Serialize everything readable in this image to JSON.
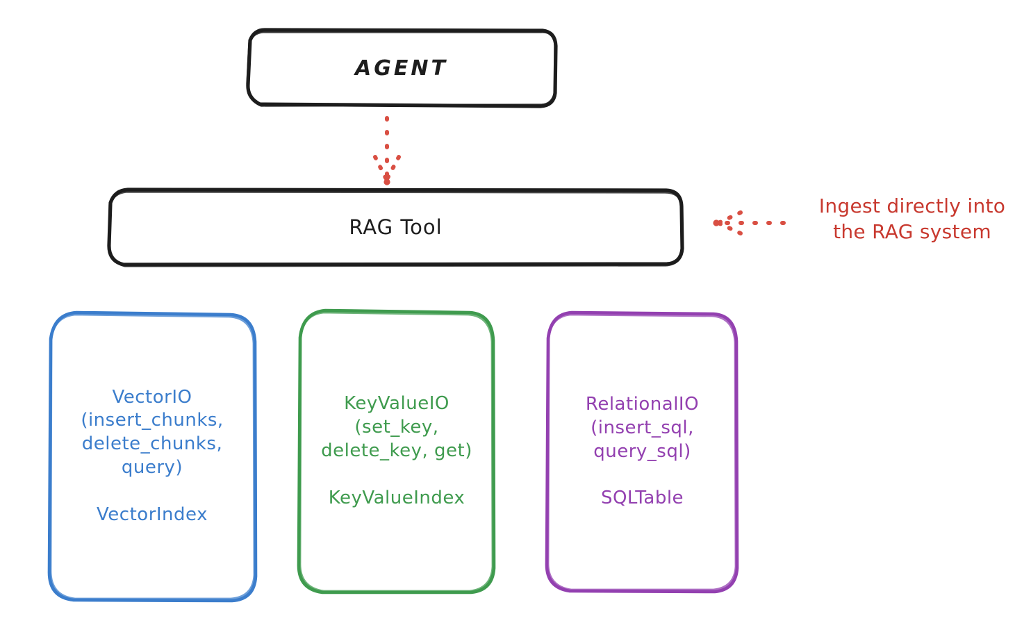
{
  "diagram": {
    "title": "RAG Tool architecture diagram",
    "background": "#ffffff",
    "colors": {
      "dark": "#1d1d1d",
      "red": "#c8392f",
      "blue": "#3b7dcc",
      "green": "#3f9b4e",
      "purple": "#9340b0"
    },
    "nodes": {
      "agent": {
        "label": "AGENT",
        "stroke": "#1d1d1d"
      },
      "rag_tool": {
        "label": "RAG Tool",
        "stroke": "#1d1d1d"
      },
      "vector_io": {
        "primary": "VectorIO\n(insert_chunks,\ndelete_chunks,\nquery)",
        "secondary": "VectorIndex",
        "stroke": "#3b7dcc"
      },
      "key_value_io": {
        "primary": "KeyValueIO\n(set_key,\ndelete_key, get)",
        "secondary": "KeyValueIndex",
        "stroke": "#3f9b4e"
      },
      "relational_io": {
        "primary": "RelationalIO\n(insert_sql,\nquery_sql)",
        "secondary": "SQLTable",
        "stroke": "#9340b0"
      }
    },
    "edges": {
      "agent_to_rag": {
        "style": "dotted",
        "color": "#c8392f",
        "direction": "down"
      },
      "ingest_arrow": {
        "style": "dotted",
        "color": "#c8392f",
        "direction": "left"
      }
    },
    "annotation": {
      "text": "Ingest directly into\nthe RAG system",
      "color": "#c8392f"
    }
  }
}
